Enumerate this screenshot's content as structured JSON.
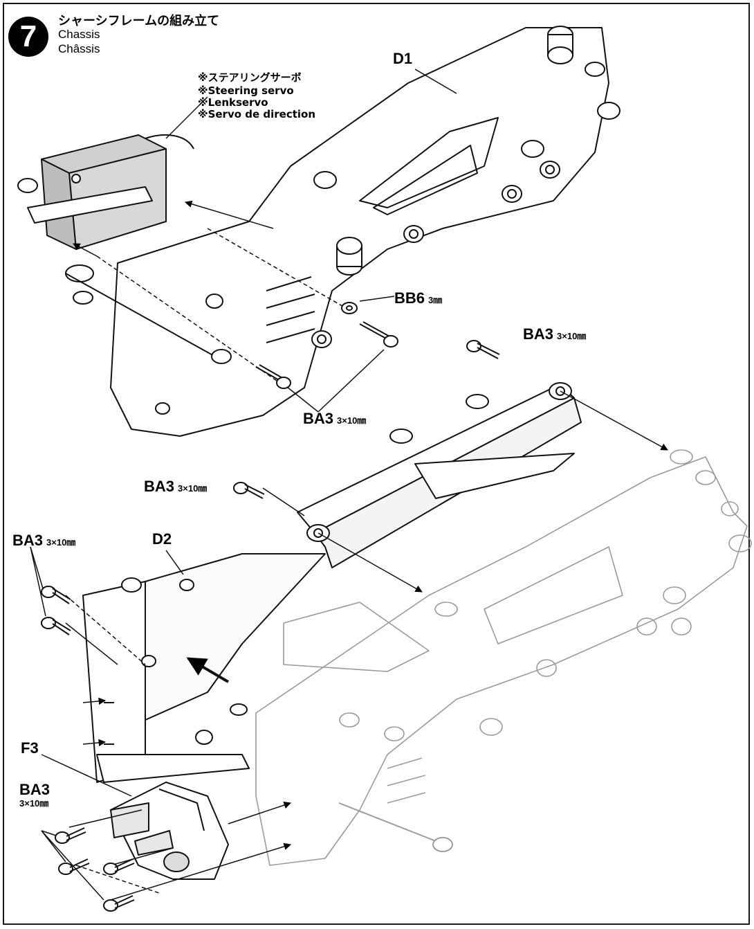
{
  "step": {
    "number": "7",
    "title_ja": "シャーシフレームの組み立て",
    "title_en": "Chassis",
    "title_fr": "Châssis"
  },
  "servo_note": [
    "※ステアリングサーボ",
    "※Steering servo",
    "※Lenkservo",
    "※Servo de direction"
  ],
  "parts": {
    "d1": "D1",
    "d2": "D2",
    "f3": "F3",
    "bb6": {
      "code": "BB6",
      "size": "3㎜"
    },
    "ba3_a": {
      "code": "BA3",
      "size": "3×10㎜"
    },
    "ba3_b": {
      "code": "BA3",
      "size": "3×10㎜"
    },
    "ba3_c": {
      "code": "BA3",
      "size": "3×10㎜"
    },
    "ba3_d": {
      "code": "BA3",
      "size": "3×10㎜"
    },
    "ba3_e": {
      "code": "BA3",
      "size": "3×10㎜"
    }
  }
}
